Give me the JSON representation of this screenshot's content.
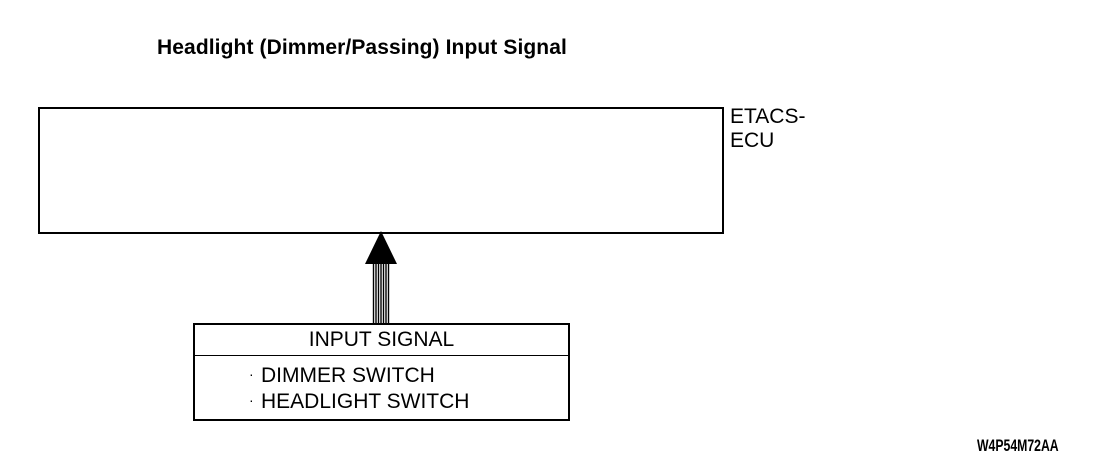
{
  "title": "Headlight (Dimmer/Passing) Input Signal",
  "ecu": {
    "label_line1": "ETACS-",
    "label_line2": "ECU"
  },
  "input_box": {
    "header": "INPUT SIGNAL",
    "items": [
      "DIMMER SWITCH",
      "HEADLIGHT SWITCH"
    ],
    "bullet": "·"
  },
  "figure_code": "W4P54M72AA",
  "colors": {
    "line": "#000000",
    "background": "#ffffff"
  }
}
